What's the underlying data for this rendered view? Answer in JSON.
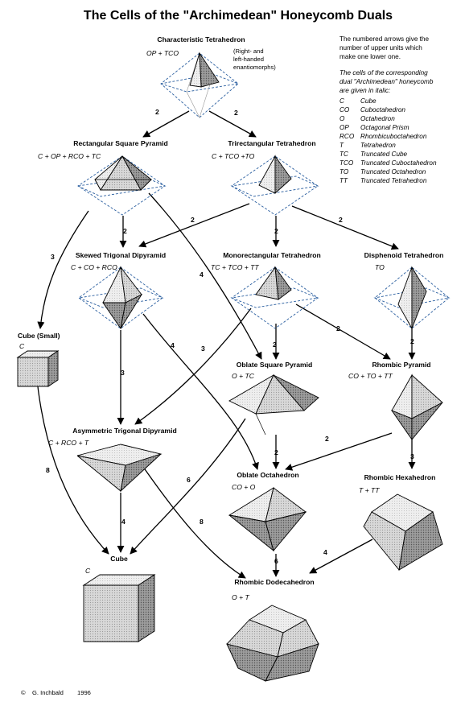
{
  "title": "The Cells of the \"Archimedean\" Honeycomb Duals",
  "notes": {
    "arrows": [
      "The numbered arrows give the",
      "number of upper units which",
      "make one lower one."
    ],
    "cells": [
      "The cells of the corresponding",
      "dual \"Archimedean\" honeycomb",
      "are given in italic:"
    ]
  },
  "legend": [
    {
      "abbr": "C",
      "name": "Cube"
    },
    {
      "abbr": "CO",
      "name": "Cuboctahedron"
    },
    {
      "abbr": "O",
      "name": "Octahedron"
    },
    {
      "abbr": "OP",
      "name": "Octagonal Prism"
    },
    {
      "abbr": "RCO",
      "name": "Rhombicuboctahedron"
    },
    {
      "abbr": "T",
      "name": "Tetrahedron"
    },
    {
      "abbr": "TC",
      "name": "Truncated Cube"
    },
    {
      "abbr": "TCO",
      "name": "Truncated Cuboctahedron"
    },
    {
      "abbr": "TO",
      "name": "Truncated Octahedron"
    },
    {
      "abbr": "TT",
      "name": "Truncated Tetrahedron"
    }
  ],
  "cells": {
    "char_tet": {
      "name": "Characteristic Tetrahedron",
      "formula": "OP + TCO"
    },
    "enantio": [
      "(Right- and",
      "left-handed",
      "enantiomorphs)"
    ],
    "rect_sq_pyr": {
      "name": "Rectangular Square Pyramid",
      "formula": "C + OP + RCO + TC"
    },
    "trirect_tet": {
      "name": "Trirectangular Tetrahedron",
      "formula": "C + TCO +TO"
    },
    "skewed_trig": {
      "name": "Skewed Trigonal Dipyramid",
      "formula": "C + CO + RCO"
    },
    "monorect_tet": {
      "name": "Monorectangular Tetrahedron",
      "formula": "TC + TCO + TT"
    },
    "disphenoid": {
      "name": "Disphenoid Tetrahedron",
      "formula": "TO"
    },
    "cube_small": {
      "name": "Cube (Small)",
      "formula": "C"
    },
    "oblate_sq_pyr": {
      "name": "Oblate Square Pyramid",
      "formula": "O + TC"
    },
    "rhombic_pyr": {
      "name": "Rhombic Pyramid",
      "formula": "CO + TO + TT"
    },
    "asym_trig": {
      "name": "Asymmetric Trigonal Dipyramid",
      "formula": "C + RCO + T"
    },
    "oblate_oct": {
      "name": "Oblate Octahedron",
      "formula": "CO + O"
    },
    "rhombic_hex": {
      "name": "Rhombic Hexahedron",
      "formula": "T + TT"
    },
    "cube": {
      "name": "Cube",
      "formula": "C"
    },
    "rhombic_dodec": {
      "name": "Rhombic Dodecahedron",
      "formula": "O + T"
    }
  },
  "arrow_numbers": {
    "a1": "2",
    "a2": "2",
    "a3": "2",
    "a4": "2",
    "a5": "2",
    "a6": "3",
    "a7": "4",
    "a8": "4",
    "a9": "3",
    "a10": "2",
    "a11": "2",
    "a12": "3",
    "a13": "2",
    "a14": "2",
    "a15": "3",
    "a16": "8",
    "a17": "6",
    "a18": "4",
    "a19": "8",
    "a20": "6",
    "a21": "4"
  },
  "credit": {
    "symbol": "©",
    "author": "G. Inchbald",
    "year": "1996"
  }
}
